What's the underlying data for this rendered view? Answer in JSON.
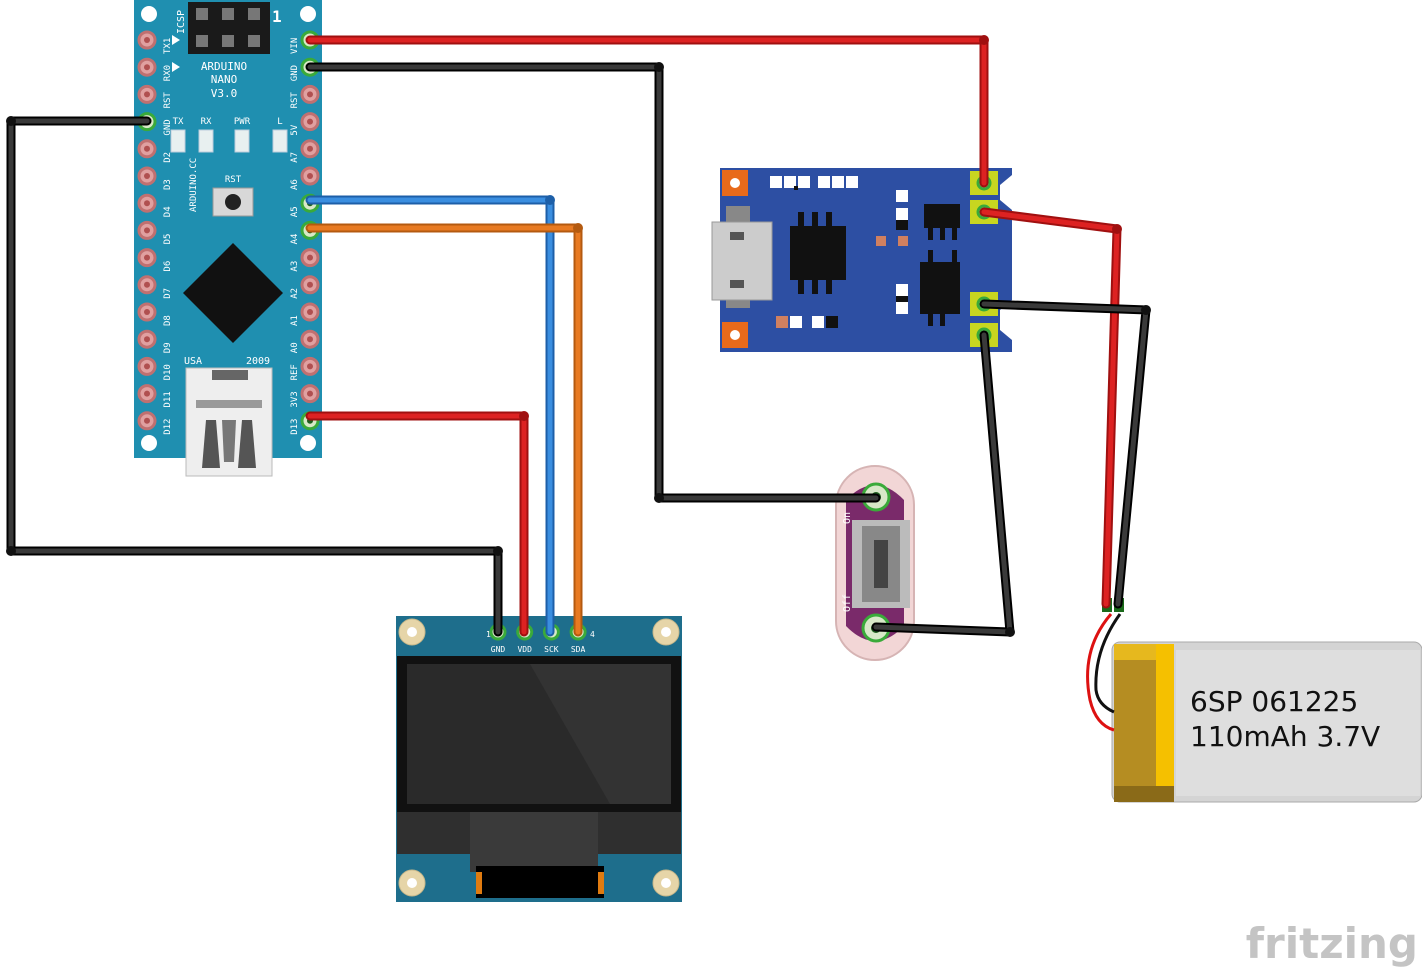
{
  "nano": {
    "icsp_label": "ICSP",
    "pin1_label": "1",
    "title_line1": "ARDUINO",
    "title_line2": "NANO",
    "title_line3": "V3.0",
    "site_label": "ARDUINO.CC",
    "usa_label": "USA",
    "year_label": "2009",
    "led_labels": [
      "TX",
      "RX",
      "PWR",
      "L"
    ],
    "rst_button_label": "RST",
    "left_pins": [
      "TX1",
      "RX0",
      "RST",
      "GND",
      "D2",
      "D3",
      "D4",
      "D5",
      "D6",
      "D7",
      "D8",
      "D9",
      "D10",
      "D11",
      "D12"
    ],
    "right_pins": [
      "VIN",
      "GND",
      "RST",
      "5V",
      "A7",
      "A6",
      "A5",
      "A4",
      "A3",
      "A2",
      "A1",
      "A0",
      "REF",
      "3V3",
      "D13"
    ]
  },
  "oled": {
    "pin_labels": [
      "GND",
      "VDD",
      "SCK",
      "SDA"
    ],
    "pin1_marker": "1",
    "pin4_marker": "4"
  },
  "switch": {
    "on_label": "On",
    "off_label": "Off"
  },
  "battery": {
    "label_line1": "6SP 061225",
    "label_line2": "110mAh 3.7V"
  },
  "watermark": "fritzing",
  "colors": {
    "board_blue": "#1f8fb0",
    "charger_blue": "#2d4fa3",
    "wire_red": "#cc1111",
    "wire_black": "#222222",
    "wire_blue": "#2b7fd4",
    "wire_orange": "#e0701a",
    "switch_purple": "#7a2a6a",
    "battery_gold": "#c9a227"
  }
}
